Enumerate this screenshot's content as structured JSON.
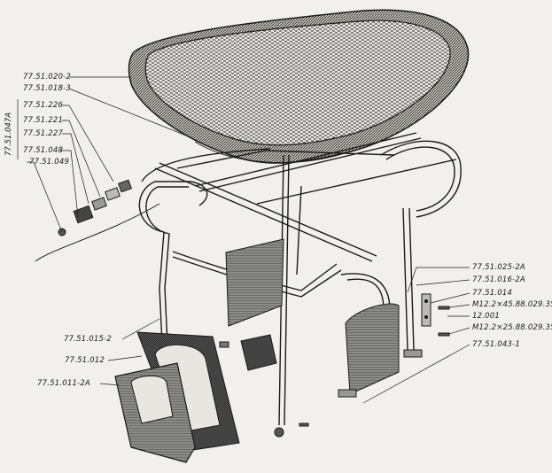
{
  "labels": {
    "group": "77.51.047A",
    "l1": "77.51.020-2",
    "l2": "77.51.018-3",
    "l3": "77.51.226",
    "l4": "77.51.221",
    "l5": "77.51.227",
    "l6": "77.51.048",
    "l7": "77.51.049",
    "r1": "77.51.025-2A",
    "r2": "77.51.016-2A",
    "r3": "77.51.014",
    "r4": "M12.2×45.88.029.35",
    "r5": "12.001",
    "r6": "M12.2×25.88.029.35",
    "r7": "77.51.043-1",
    "b1": "77.51.015-2",
    "b2": "77.51.012",
    "b3": "77.51.011-2A"
  },
  "colors": {
    "ink": "#1a1a1a",
    "paper": "#f1f0ec",
    "hatch": "#555555"
  }
}
